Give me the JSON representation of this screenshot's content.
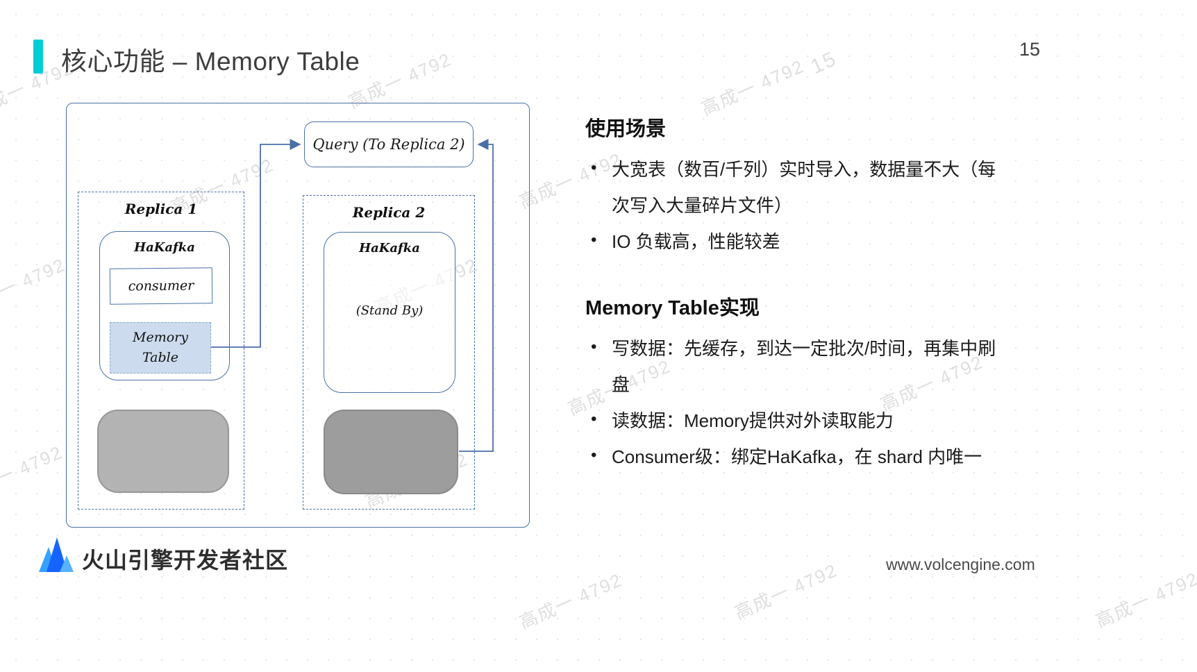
{
  "slide": {
    "title": "核心功能 – Memory Table",
    "page_number": "15",
    "accent_color": "#00cdd6"
  },
  "diagram": {
    "query_box_label": "Query (To Replica 2)",
    "replica1": {
      "label": "Replica 1",
      "hakafka_label": "HaKafka",
      "consumer_label": "consumer",
      "memory_table_label": "Memory Table"
    },
    "replica2": {
      "label": "Replica 2",
      "hakafka_label": "HaKafka",
      "standby_label": "(Stand By)"
    }
  },
  "content": {
    "section1": {
      "heading": "使用场景",
      "bullets": [
        "大宽表（数百/千列）实时导入，数据量不大（每次写入大量碎片文件）",
        "IO 负载高，性能较差"
      ]
    },
    "section2": {
      "heading": "Memory Table实现",
      "bullets": [
        "写数据：先缓存，到达一定批次/时间，再集中刷盘",
        "读数据：Memory提供对外读取能力",
        "Consumer级：绑定HaKafka，在 shard 内唯一"
      ]
    }
  },
  "footer": {
    "brand": "火山引擎开发者社区",
    "website": "www.volcengine.com"
  },
  "watermark": {
    "text": "高成一 4792",
    "page_watermark": "15"
  }
}
